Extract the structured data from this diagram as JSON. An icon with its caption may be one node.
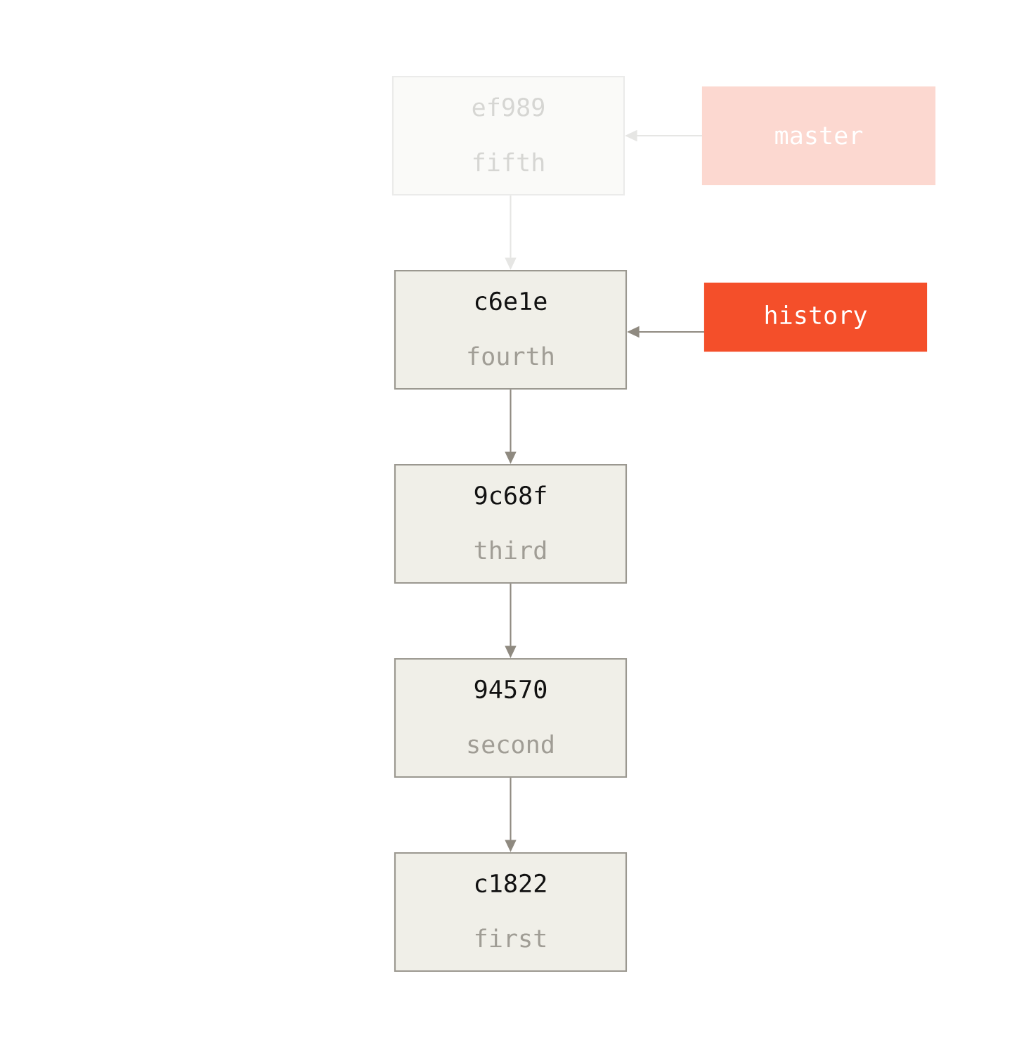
{
  "diagram": {
    "nodes": [
      {
        "text": [
          "ef989",
          "fifth"
        ]
      },
      {
        "text": [
          "master"
        ]
      },
      {
        "text": [
          "c6e1e",
          "fourth"
        ]
      },
      {
        "text": [
          "history"
        ]
      },
      {
        "text": [
          "9c68f",
          "third"
        ]
      },
      {
        "text": [
          "94570",
          "second"
        ]
      },
      {
        "text": [
          "c1822",
          "first"
        ]
      }
    ],
    "edges": [
      {
        "from": 1,
        "to": 0,
        "arrow": "to",
        "color": "#e6e6e4"
      },
      {
        "from": 0,
        "to": 2,
        "arrow": "to",
        "color": "#e6e6e4"
      },
      {
        "from": 3,
        "to": 2,
        "arrow": "to"
      },
      {
        "from": 2,
        "to": 4,
        "arrow": "to"
      },
      {
        "from": 4,
        "to": 5,
        "arrow": "to"
      },
      {
        "from": 5,
        "to": 6,
        "arrow": "to"
      }
    ]
  }
}
